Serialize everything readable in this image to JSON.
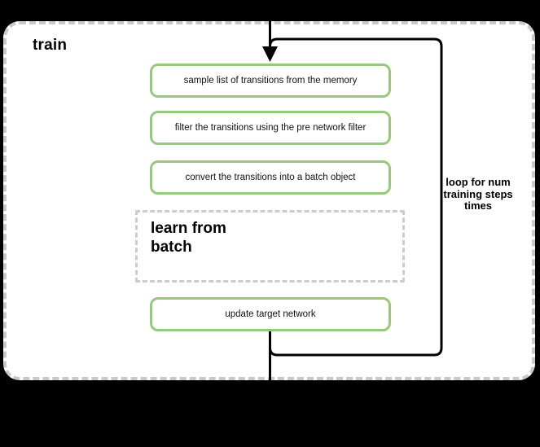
{
  "colors": {
    "background": "#000000",
    "panel": "#ffffff",
    "green": "#97c97c",
    "dash-outer": "#c9c9c9",
    "dash-inner": "#cccccc",
    "line": "#000000"
  },
  "diagram": {
    "title": "train",
    "steps": [
      "sample list of transitions from the memory",
      "filter the transitions using the pre network filter",
      "convert the transitions into a batch object"
    ],
    "subprocess": {
      "lines": [
        "learn from",
        "batch"
      ]
    },
    "final_step": "update target network",
    "loop_annotation": {
      "lines": [
        "loop for num",
        "training steps",
        "times"
      ]
    }
  }
}
